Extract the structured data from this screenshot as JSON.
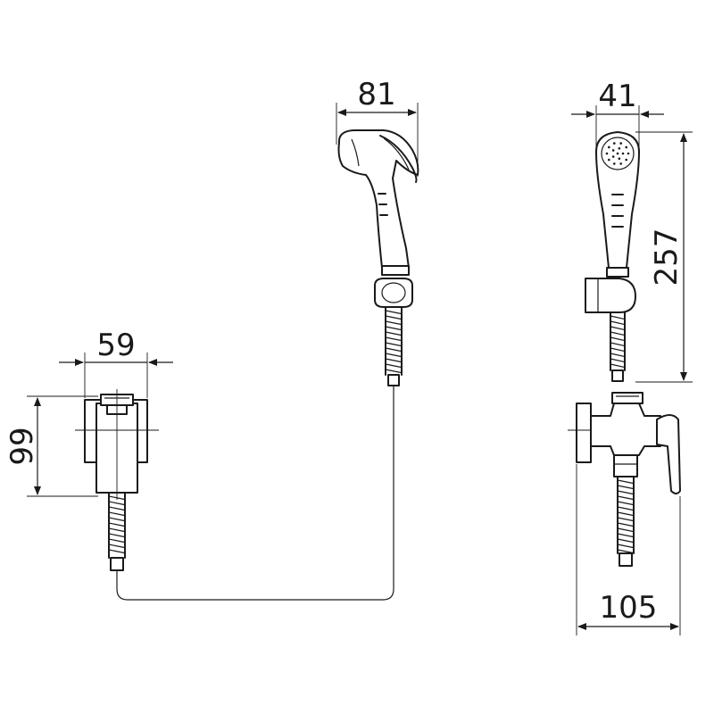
{
  "dimensions": {
    "valve_height": "99",
    "valve_width": "59",
    "shower_width": "81",
    "shower_side_width": "41",
    "shower_height": "257",
    "side_depth": "105"
  }
}
